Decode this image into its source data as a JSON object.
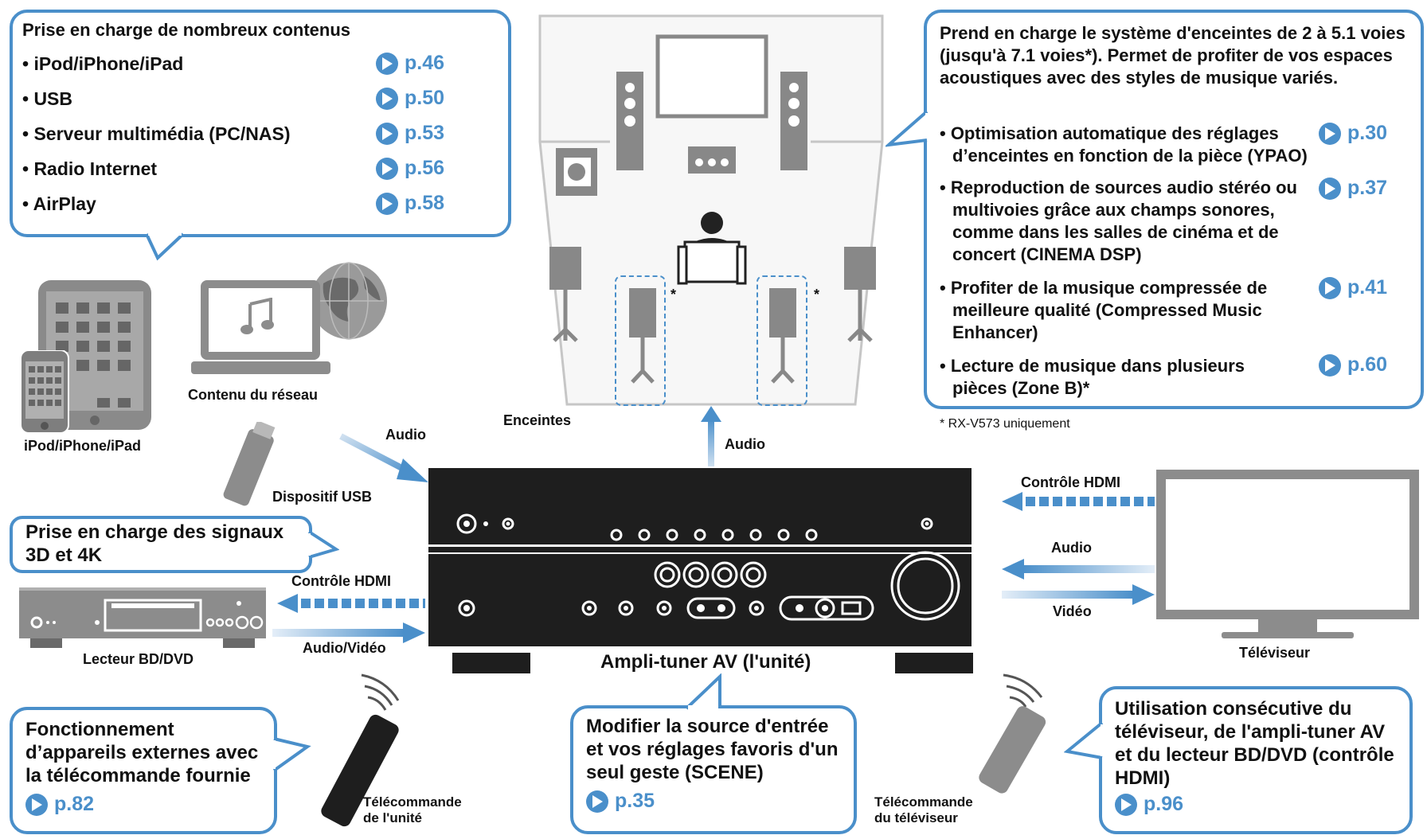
{
  "colors": {
    "accent": "#4a8fca",
    "receiver": "#1e1e1e",
    "device_gray": "#8c8c8c"
  },
  "content_box": {
    "title": "Prise en charge de nombreux contenus",
    "items": [
      {
        "label": "• iPod/iPhone/iPad",
        "ref": "p.46"
      },
      {
        "label": "• USB",
        "ref": "p.50"
      },
      {
        "label": "• Serveur multimédia (PC/NAS)",
        "ref": "p.53"
      },
      {
        "label": "• Radio Internet",
        "ref": "p.56"
      },
      {
        "label": "• AirPlay",
        "ref": "p.58"
      }
    ]
  },
  "speaker_box": {
    "intro": "Prend en charge le système d'enceintes de 2 à 5.1 voies (jusqu'à 7.1 voies*). Permet de profiter de vos espaces acoustiques avec des styles de musique variés.",
    "items": [
      {
        "label": "• Optimisation automatique des réglages d’enceintes en fonction de la pièce (YPAO)",
        "ref": "p.30"
      },
      {
        "label": "• Reproduction de sources audio stéréo ou multivoies grâce aux champs sonores, comme dans les salles de cinéma et de concert (CINEMA DSP)",
        "ref": "p.37"
      },
      {
        "label": "• Profiter de la musique compressée de meilleure qualité (Compressed Music Enhancer)",
        "ref": "p.41"
      },
      {
        "label": "• Lecture de musique dans plusieurs pièces (Zone B)*",
        "ref": "p.60"
      }
    ],
    "footnote": "* RX-V573 uniquement"
  },
  "signal_box": {
    "text": "Prise en charge des signaux 3D et 4K"
  },
  "remote_box": {
    "text": "Fonctionnement d’appareils externes avec la télécommande fournie",
    "ref": "p.82"
  },
  "scene_box": {
    "text": "Modifier la source d'entrée et vos réglages favoris d'un seul geste (SCENE)",
    "ref": "p.35"
  },
  "hdmi_box": {
    "text": "Utilisation consécutive du téléviseur, de l'ampli-tuner AV et du lecteur BD/DVD (contrôle HDMI)",
    "ref": "p.96"
  },
  "labels": {
    "network": "Contenu du réseau",
    "ipod": "iPod/iPhone/iPad",
    "usb": "Dispositif USB",
    "audio_in": "Audio",
    "speakers": "Enceintes",
    "audio_up": "Audio",
    "hdmi_ctrl_tv": "Contrôle HDMI",
    "audio_tv": "Audio",
    "video_tv": "Vidéo",
    "tv": "Téléviseur",
    "hdmi_ctrl_bd": "Contrôle HDMI",
    "audio_video_bd": "Audio/Vidéo",
    "bd": "Lecteur BD/DVD",
    "receiver": "Ampli-tuner AV (l'unité)",
    "remote_unit": "Télécommande\nde l'unité",
    "remote_tv": "Télécommande\ndu téléviseur",
    "asterisk": "*"
  }
}
